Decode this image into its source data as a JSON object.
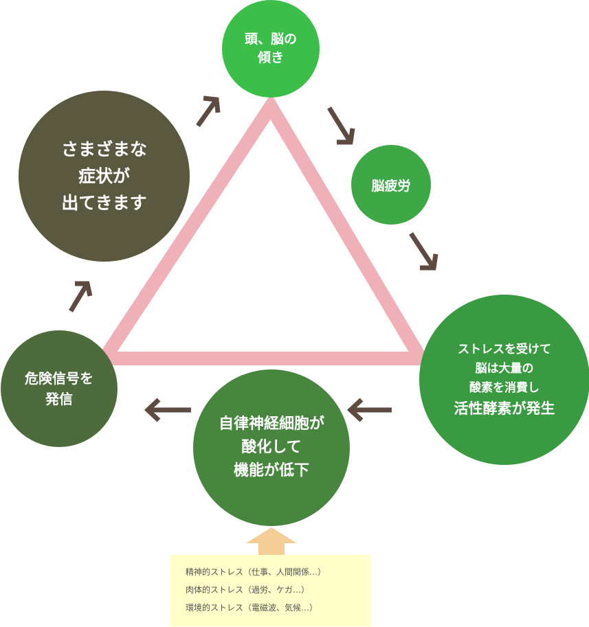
{
  "nodes": {
    "tilt": {
      "lines": [
        "頭、脳の",
        "傾き"
      ]
    },
    "fatigue": {
      "lines": [
        "脳疲労"
      ]
    },
    "enzyme": {
      "lines": [
        "ストレスを受けて",
        "脳は大量の",
        "酸素を消費し",
        "活性酵素が発生"
      ]
    },
    "nerve": {
      "lines": [
        "自律神経細胞が",
        "酸化して",
        "機能が低下"
      ]
    },
    "danger": {
      "lines": [
        "危険信号を",
        "発信"
      ]
    },
    "symptoms": {
      "lines": [
        "さまざまな",
        "症状が",
        "出てきます"
      ]
    }
  },
  "stress_box": {
    "lines": [
      "精神的ストレス（仕事、人間関係…）",
      "肉体的ストレス（過労、ケガ…）",
      "環境的ストレス（電磁波、気候…）"
    ]
  },
  "colors": {
    "triangle": "#f0b0b8",
    "arrow": "#5d4a40",
    "up_arrow": "#f5cd96",
    "stress_box_bg": "#ffffc9"
  }
}
